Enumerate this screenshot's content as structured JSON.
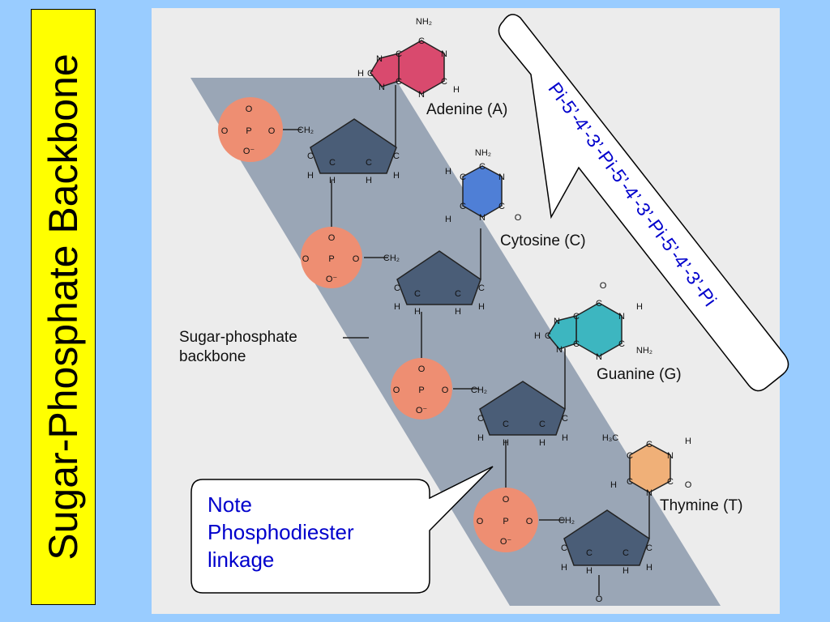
{
  "slide": {
    "title": "Sugar-Phosphate Backbone",
    "background_color": "#99ccff",
    "title_box_color": "#ffff00"
  },
  "diagram": {
    "bases": [
      {
        "label": "Adenine (A)",
        "color": "#d94a6e"
      },
      {
        "label": "Cytosine (C)",
        "color": "#4f7fd6"
      },
      {
        "label": "Guanine (G)",
        "color": "#3db6c0"
      },
      {
        "label": "Thymine (T)",
        "color": "#f0b078"
      }
    ],
    "backbone_label": [
      "Sugar-phosphate",
      "backbone"
    ],
    "phosphate_color": "#ee8e72",
    "sugar_color": "#4a5d77",
    "band_color": "#9aa6b6",
    "atoms": {
      "O": "O",
      "P": "P",
      "O_minus": "O⁻",
      "CH2": "CH₂",
      "C": "C",
      "H": "H",
      "N": "N",
      "NH2": "NH₂",
      "H3C": "H₃C"
    }
  },
  "callouts": {
    "note_lines": [
      "Note",
      "Phosphodiester",
      "linkage"
    ],
    "sequence": "Pi-5’-4’-3’-Pi-5’-4’-3’-Pi-5’-4’-3’-Pi",
    "text_color": "#0000cc"
  }
}
